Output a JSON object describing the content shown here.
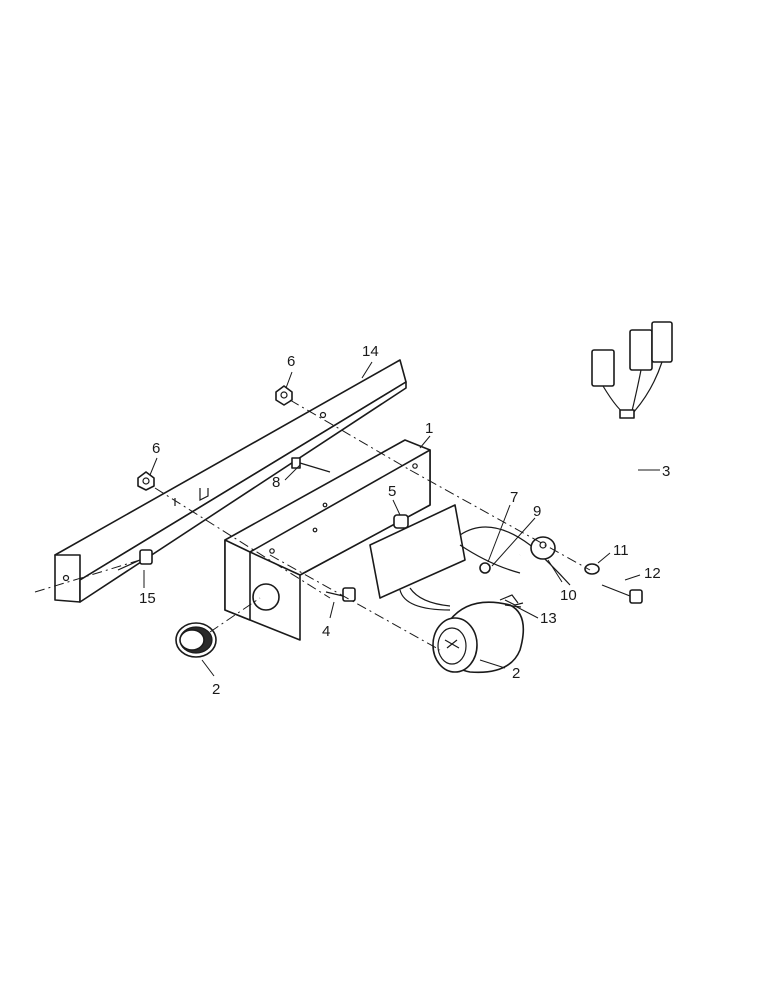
{
  "callouts": {
    "p1": "1",
    "p2a": "2",
    "p2b": "2",
    "p3": "3",
    "p4": "4",
    "p5": "5",
    "p6a": "6",
    "p6b": "6",
    "p7": "7",
    "p8": "8",
    "p9": "9",
    "p10": "10",
    "p11": "11",
    "p12": "12",
    "p13": "13",
    "p14": "14",
    "p15": "15"
  },
  "colors": {
    "line": "#1a1a1a",
    "background": "#ffffff"
  }
}
